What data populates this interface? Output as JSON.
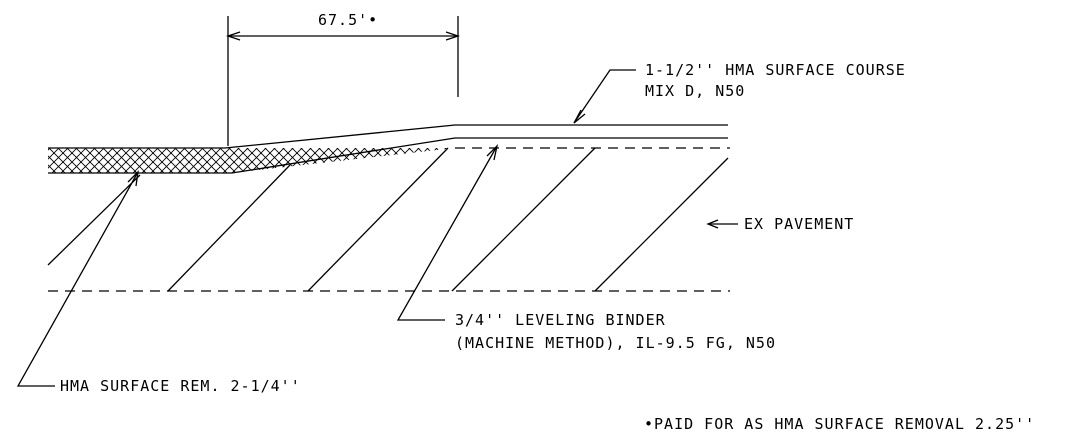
{
  "labels": {
    "dimension": "67.5'•",
    "surface_course_line1": "1-1/2'' HMA SURFACE COURSE",
    "surface_course_line2": "MIX D, N50",
    "ex_pavement": "EX PAVEMENT",
    "leveling_binder_line1": "3/4'' LEVELING BINDER",
    "leveling_binder_line2": "(MACHINE METHOD), IL-9.5 FG, N50",
    "surface_removal": "HMA SURFACE REM. 2-1/4''",
    "footnote": "•PAID FOR AS HMA SURFACE REMOVAL 2.25''"
  }
}
